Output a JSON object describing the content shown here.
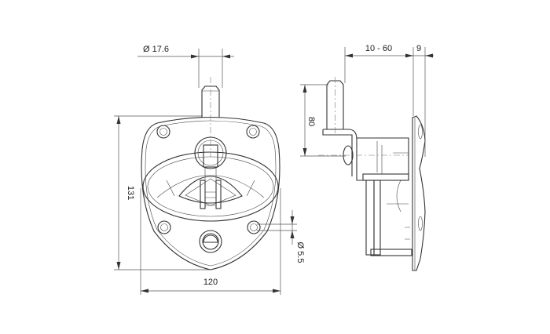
{
  "drawing": {
    "title": "Rotary latch technical drawing",
    "dimensions": {
      "shaft_diameter": "Ø 17.6",
      "height": "131",
      "width": "120",
      "hole_diameter": "Ø 5.5",
      "shaft_length": "80",
      "door_thickness_range": "10 - 60",
      "plate_depth": "9"
    },
    "colors": {
      "line": "#333333",
      "background": "#ffffff"
    }
  }
}
